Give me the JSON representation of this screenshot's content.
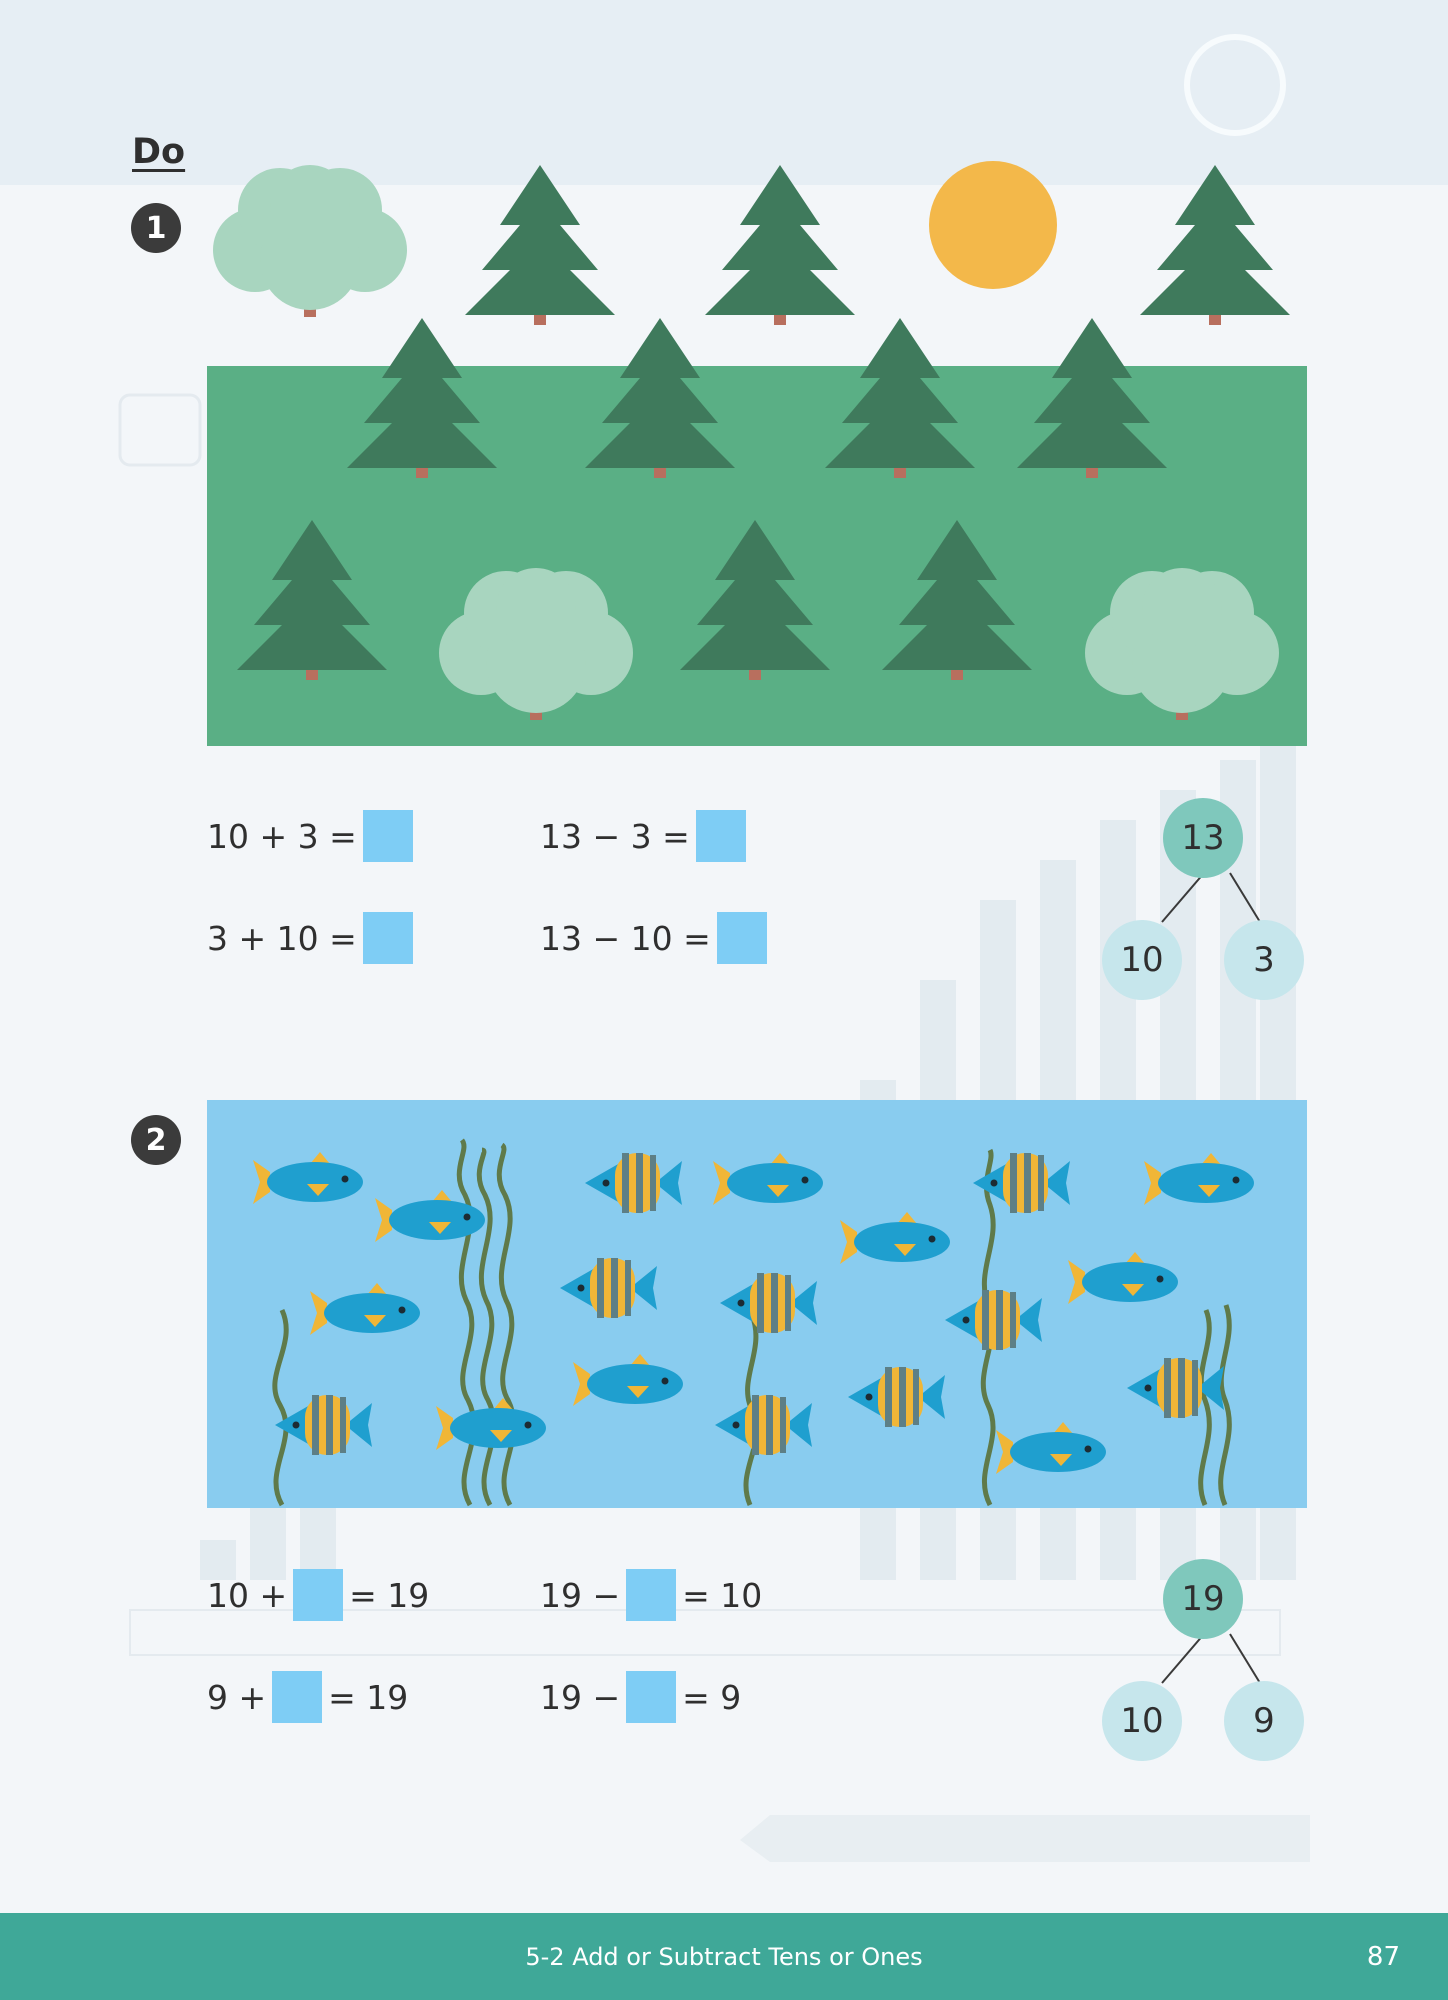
{
  "section": {
    "title": "Do"
  },
  "q1": {
    "number": "1",
    "equations": [
      {
        "left": "10 + 3 =",
        "right": ""
      },
      {
        "left": "13 − 3 =",
        "right": ""
      },
      {
        "left": "3 + 10 =",
        "right": ""
      },
      {
        "left": "13 − 10 =",
        "right": ""
      }
    ],
    "bond": {
      "whole": "13",
      "part_a": "10",
      "part_b": "3"
    }
  },
  "q2": {
    "number": "2",
    "equations": [
      {
        "left": "10 +",
        "right": "= 19"
      },
      {
        "left": "19 −",
        "right": "= 10"
      },
      {
        "left": "9 +",
        "right": "= 19"
      },
      {
        "left": "19 −",
        "right": "= 9"
      }
    ],
    "bond": {
      "whole": "19",
      "part_a": "10",
      "part_b": "9"
    }
  },
  "footer": {
    "chapter": "5-2  Add or Subtract Tens or Ones",
    "page": "87"
  },
  "colors": {
    "grass": "#5aaf85",
    "pine": "#3f7a5c",
    "bush": "#a8d5bf",
    "trunk": "#b86f5e",
    "sun": "#f3b84a",
    "water": "#89ccef",
    "blue_fish": "#1f9fcf",
    "fin": "#f0b637",
    "seaweed": "#5f7a4a",
    "answer_box": "#7ecdf5",
    "footer": "#3fa898"
  }
}
